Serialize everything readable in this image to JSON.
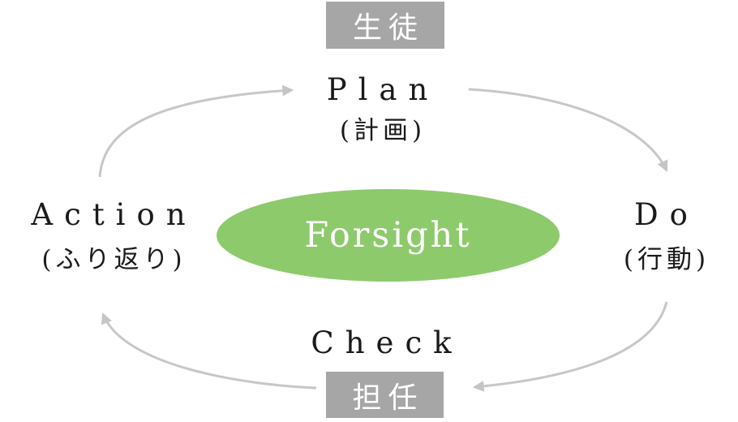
{
  "diagram": {
    "center_ellipse": {
      "label": "Forsight",
      "fill": "#8dca6c",
      "text_color": "#ffffff"
    },
    "actors": {
      "top": {
        "label": "生徒"
      },
      "bottom": {
        "label": "担任"
      }
    },
    "stages": {
      "plan": {
        "en": "Plan",
        "ja": "(計画)"
      },
      "do": {
        "en": "Do",
        "ja": "(行動)"
      },
      "check": {
        "en": "Check"
      },
      "action": {
        "en": "Action",
        "ja": "(ふり返り)"
      }
    },
    "arrows": {
      "sequence": [
        "action-to-plan",
        "plan-to-do",
        "do-to-teacher",
        "teacher-to-action"
      ],
      "color": "#c7c7c7"
    },
    "colors": {
      "actor_box_gray": "#a6a6a6",
      "text_black": "#1a1a1a",
      "background": "#ffffff"
    }
  }
}
